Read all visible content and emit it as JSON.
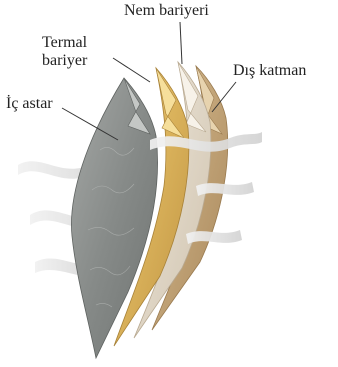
{
  "diagram": {
    "labels": {
      "nem": "Nem bariyeri",
      "termal_line1": "Termal",
      "termal_line2": "bariyer",
      "dis": "Dış katman",
      "ic": "İç astar"
    },
    "colors": {
      "inner_liner": "#8e918f",
      "thermal_barrier": "#d9b15a",
      "moisture_barrier": "#ddd3c3",
      "outer_shell": "#c6a77d",
      "air_flow": "#dcdcdc",
      "leader_line": "#333333"
    }
  }
}
